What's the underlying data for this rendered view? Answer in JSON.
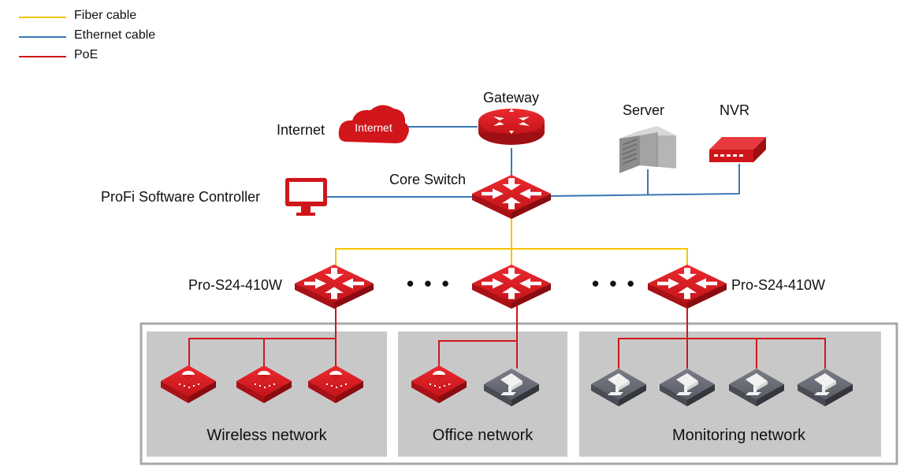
{
  "legend": [
    {
      "label": "Fiber cable",
      "color": "#f5c400"
    },
    {
      "label": "Ethernet cable",
      "color": "#3a78b5"
    },
    {
      "label": "PoE",
      "color": "#d0161b"
    }
  ],
  "colors": {
    "fiber": "#f5c400",
    "ethernet": "#3a78b5",
    "poe": "#d0161b",
    "device_red": "#d0161b",
    "zone_gray": "#c8c8c8"
  },
  "nodes": {
    "internet": {
      "label": "Internet",
      "icon_text": "Internet"
    },
    "gateway": {
      "label": "Gateway"
    },
    "server": {
      "label": "Server"
    },
    "nvr": {
      "label": "NVR"
    },
    "core_switch": {
      "label": "Core Switch"
    },
    "controller": {
      "label": "ProFi Software Controller"
    },
    "access_left": {
      "label": "Pro-S24-410W"
    },
    "access_right": {
      "label": "Pro-S24-410W"
    }
  },
  "ellipsis": "• • •",
  "zones": [
    {
      "title": "Wireless network",
      "devices": [
        "access-point",
        "access-point",
        "access-point"
      ]
    },
    {
      "title": "Office network",
      "devices": [
        "access-point",
        "ip-camera"
      ]
    },
    {
      "title": "Monitoring network",
      "devices": [
        "ip-camera",
        "ip-camera",
        "ip-camera",
        "ip-camera"
      ]
    }
  ]
}
